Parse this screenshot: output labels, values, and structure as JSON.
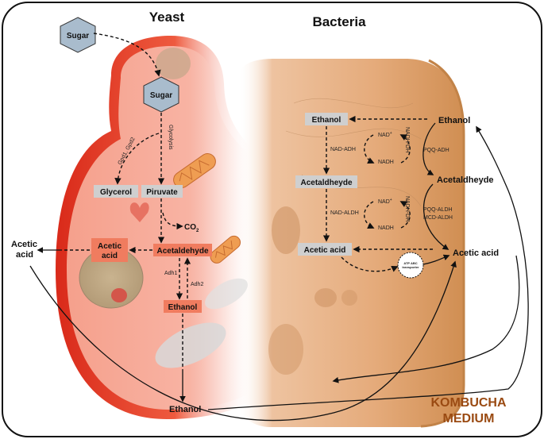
{
  "titles": {
    "yeast": "Yeast",
    "bacteria": "Bacteria"
  },
  "medium": {
    "line1": "KOMBUCHA",
    "line2": "MEDIUM"
  },
  "yeast": {
    "sugar_outside": "Sugar",
    "sugar_inside": "Sugar",
    "glycolysis": "Glycolysis",
    "gpd": "Gpd1, Gpd2",
    "glycerol": "Glycerol",
    "piruvate": "Piruvate",
    "co2": "CO",
    "co2_sub": "2",
    "acetic_acid_in_1": "Acetic",
    "acetic_acid_in_2": "acid",
    "acetaldehyde": "Acetaldehyde",
    "adh1": "Adh1",
    "adh2": "Adh2",
    "ethanol": "Ethanol"
  },
  "bacteria": {
    "ethanol": "Ethanol",
    "nad_adh": "NAD-ADH",
    "nad_plus_1": "NAD",
    "nadh_1": "NADH",
    "acetaldehyde": "Acetaldheyde",
    "nad_aldh": "NAD-ALDH",
    "nad_plus_2": "NAD",
    "nadh_2": "NADH",
    "acetic_acid": "Acetic acid",
    "transporter_1": "ATP ABC",
    "transporter_2": "transporter",
    "membrane_nadh_1": "NADH-DH",
    "membrane_nadh_2": "NADH-DH",
    "pqq_adh": "PQQ-ADH",
    "pqq_aldh": "PQQ-ALDH",
    "mcd_aldh": "MCD-ALDH"
  },
  "external": {
    "ethanol_right": "Ethanol",
    "acetaldheyde_right": "Acetaldheyde",
    "acetic_acid_right": "Acetic acid",
    "acetic_acid_left_1": "Acetic",
    "acetic_acid_left_2": "acid",
    "ethanol_bottom": "Ethanol"
  },
  "colors": {
    "yeast_wall": "#e53a26",
    "yeast_cytoplasm": "#f7a593",
    "bacteria_body": "#e2a775",
    "bacteria_wall": "#c98a4e",
    "label_box": "#cfcfcf",
    "yeast_label_box": "#f07c5f",
    "sugar_hex": "#a9bccd",
    "medium_text": "#9a4a12"
  }
}
